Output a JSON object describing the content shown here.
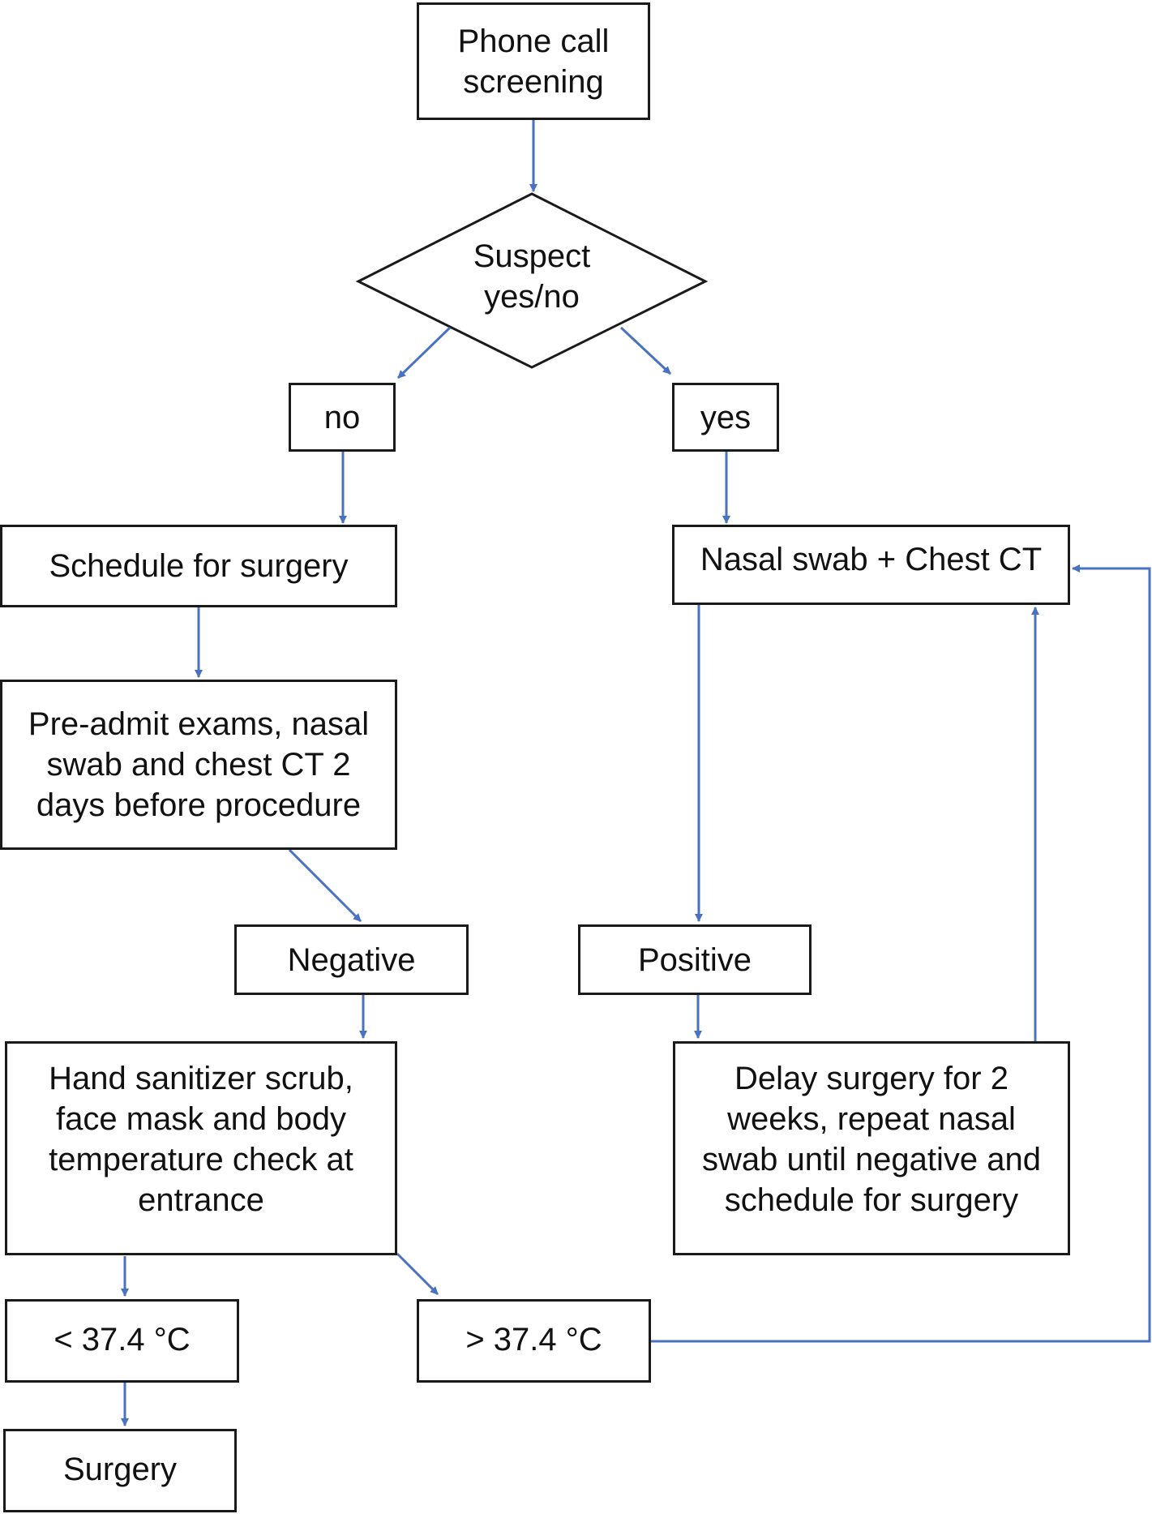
{
  "colors": {
    "arrow": "#4a72c2",
    "border": "#1a1a1a",
    "text": "#111111",
    "background": "#ffffff"
  },
  "nodes": {
    "phone_call": "Phone call\nscreening",
    "suspect": "Suspect\nyes/no",
    "no": "no",
    "yes": "yes",
    "schedule": "Schedule for surgery",
    "nasal_swab_ct": "Nasal swab + Chest CT",
    "pre_admit": "Pre-admit exams, nasal\nswab and chest CT 2\ndays before procedure",
    "negative": "Negative",
    "positive": "Positive",
    "hand_sanitizer": "Hand sanitizer scrub,\nface mask and body\ntemperature check at\nentrance",
    "delay": "Delay surgery for 2\nweeks, repeat nasal\nswab until negative and\nschedule for surgery",
    "below_temp": "< 37.4 °C",
    "above_temp": "> 37.4 °C",
    "surgery": "Surgery"
  }
}
